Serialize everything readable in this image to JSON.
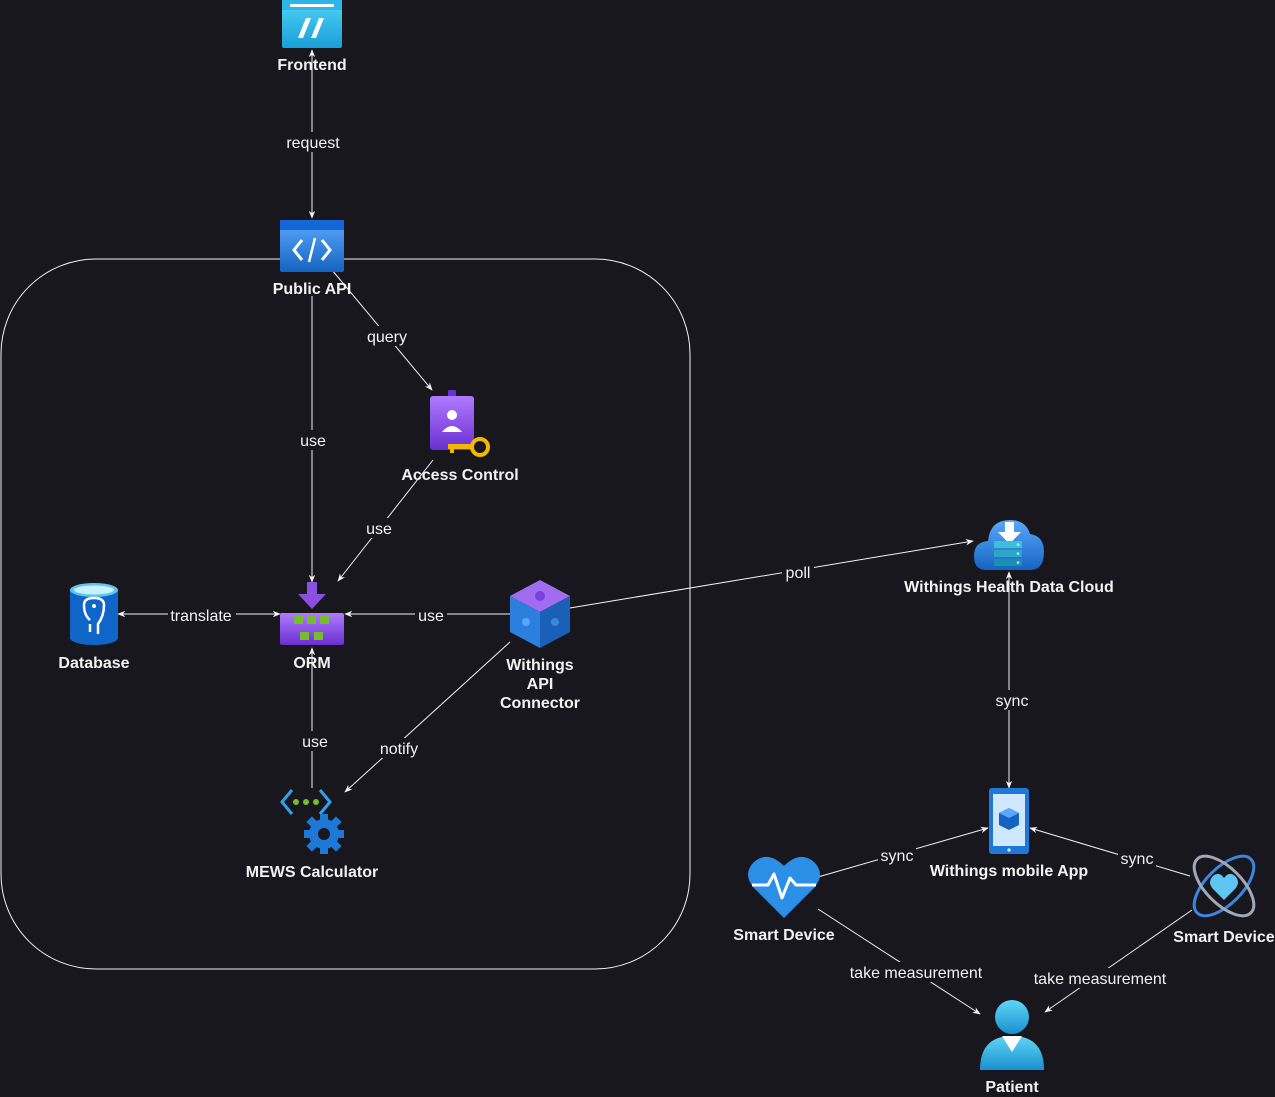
{
  "nodes": {
    "frontend": {
      "label": "Frontend",
      "icon": "static-web-app-icon"
    },
    "public_api": {
      "label": "Public API",
      "icon": "api-code-icon"
    },
    "access_control": {
      "label": "Access Control",
      "icon": "badge-key-icon"
    },
    "database": {
      "label": "Database",
      "icon": "postgresql-database-icon"
    },
    "orm": {
      "label": "ORM",
      "icon": "data-mapper-icon"
    },
    "withings_connector": {
      "label_lines": [
        "Withings",
        "API",
        "Connector"
      ],
      "icon": "puzzle-cube-icon"
    },
    "mews_calculator": {
      "label": "MEWS Calculator",
      "icon": "network-gear-icon"
    },
    "withings_cloud": {
      "label": "Withings Health Data Cloud",
      "icon": "cloud-download-icon"
    },
    "withings_app": {
      "label": "Withings mobile App",
      "icon": "mobile-app-icon"
    },
    "smart_device_1": {
      "label": "Smart Device",
      "icon": "heart-pulse-icon"
    },
    "smart_device_2": {
      "label": "Smart Device",
      "icon": "heart-orbit-icon"
    },
    "patient": {
      "label": "Patient",
      "icon": "person-icon"
    }
  },
  "edges": {
    "frontend_publicapi": "request",
    "publicapi_access": "query",
    "publicapi_orm": "use",
    "access_orm": "use",
    "orm_database": "translate",
    "connector_orm": "use",
    "mews_orm": "use",
    "connector_mews": "notify",
    "connector_cloud": "poll",
    "cloud_app": "sync",
    "device1_app": "sync",
    "device2_app": "sync",
    "device1_patient": "take measurement",
    "device2_patient": "take measurement"
  },
  "colors": {
    "background": "#18171e",
    "line": "#f2f2f2",
    "text": "#f2f2f2",
    "azure_blue": "#1e88e5",
    "azure_light_blue": "#5ec4f0",
    "purple": "#8a4fe0",
    "green": "#76bc2d",
    "gold": "#f5b800"
  }
}
